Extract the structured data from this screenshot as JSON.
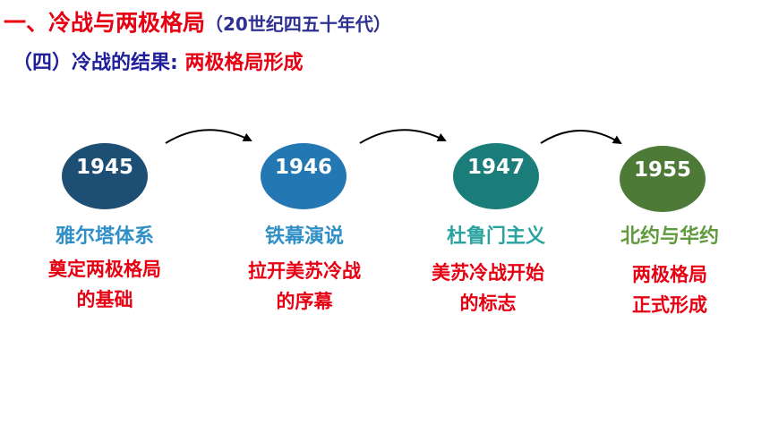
{
  "heading": {
    "main": "一、冷战与两极格局",
    "sub": "（20世纪四五十年代）"
  },
  "subheading": {
    "lead": "（四）冷战的结果: ",
    "tail": "两极格局形成"
  },
  "timeline": [
    {
      "year": "1945",
      "name": "雅尔塔体系",
      "desc": [
        "奠定两极格局",
        "的基础"
      ],
      "color": "#1d4e73"
    },
    {
      "year": "1946",
      "name": "铁幕演说",
      "desc": [
        "拉开美苏冷战",
        "的序幕"
      ],
      "color": "#2377b3"
    },
    {
      "year": "1947",
      "name": "杜鲁门主义",
      "desc": [
        "美苏冷战开始",
        "的标志"
      ],
      "color": "#1a7d7a"
    },
    {
      "year": "1955",
      "name": "北约与华约",
      "desc": [
        "两极格局",
        "正式形成"
      ],
      "color": "#4e7a38"
    }
  ]
}
